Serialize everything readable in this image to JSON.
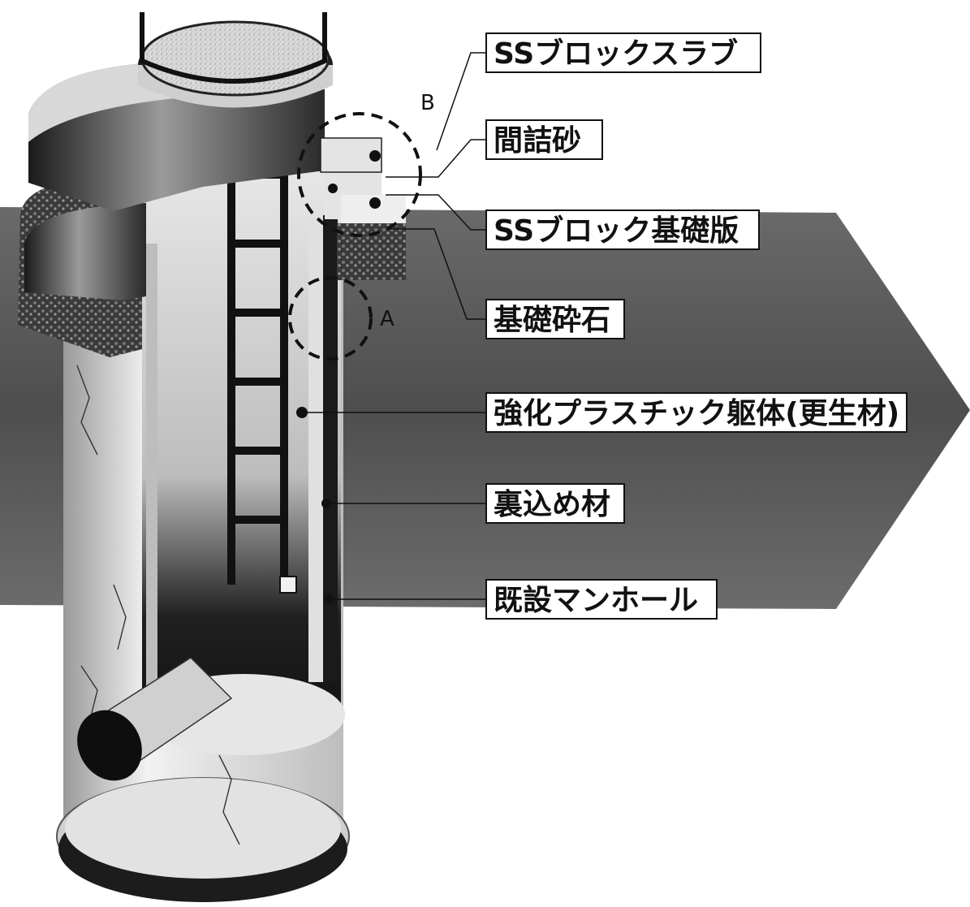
{
  "labels": {
    "ss_block_slab": "SSブロックスラブ",
    "filler_sand": "間詰砂",
    "ss_block_base": "SSブロック基礎版",
    "base_crushed_stone": "基礎砕石",
    "frp_body": "強化プラスチック躯体(更生材)",
    "backfill": "裏込め材",
    "existing_manhole": "既設マンホール"
  },
  "detail_markers": {
    "a": "A",
    "b": "B"
  },
  "colors": {
    "ground_band": "#5a5a5a",
    "concrete_light": "#e6e6e6",
    "concrete_dark": "#1a1a1a",
    "label_border": "#111111"
  }
}
